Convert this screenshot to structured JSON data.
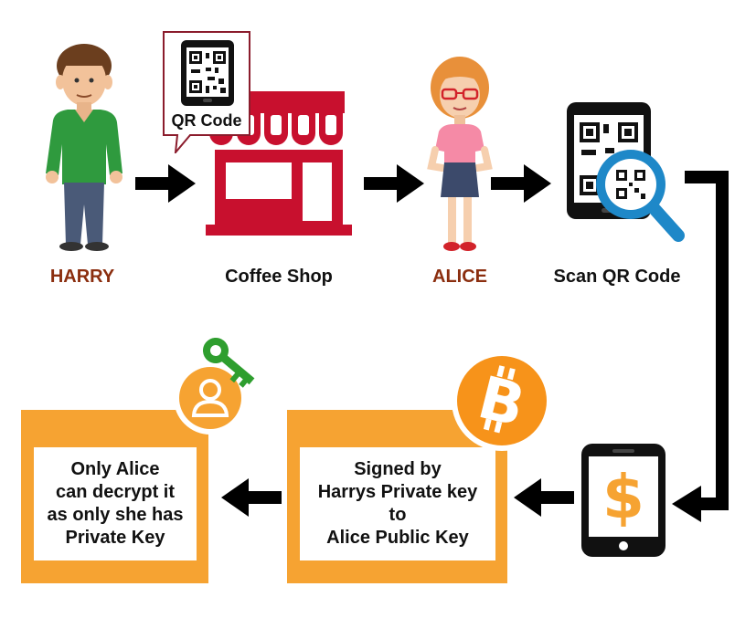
{
  "colors": {
    "name_label": "#8b2e0f",
    "shop_red": "#c8102e",
    "orange": "#f6a332",
    "bitcoin_orange": "#f7931a",
    "qr_blue": "#1e88c8",
    "key_green": "#2e9e2e",
    "shirt_green": "#2f9a3e",
    "alice_pink": "#f58aa6"
  },
  "nodes": {
    "harry": {
      "label": "HARRY"
    },
    "coffee_shop": {
      "label": "Coffee Shop",
      "qr_callout": "QR Code"
    },
    "alice": {
      "label": "ALICE"
    },
    "scan": {
      "label": "Scan QR Code"
    }
  },
  "boxes": {
    "signed": {
      "lines": [
        "Signed by",
        "Harrys Private key",
        "to",
        "Alice Public Key"
      ]
    },
    "decrypt": {
      "lines": [
        "Only Alice",
        "can decrypt it",
        "as only she has",
        "Private Key"
      ]
    }
  },
  "icons": {
    "phone_payment": "dollar-sign",
    "bitcoin": "bitcoin-symbol",
    "user": "user-avatar",
    "key": "green-key"
  }
}
